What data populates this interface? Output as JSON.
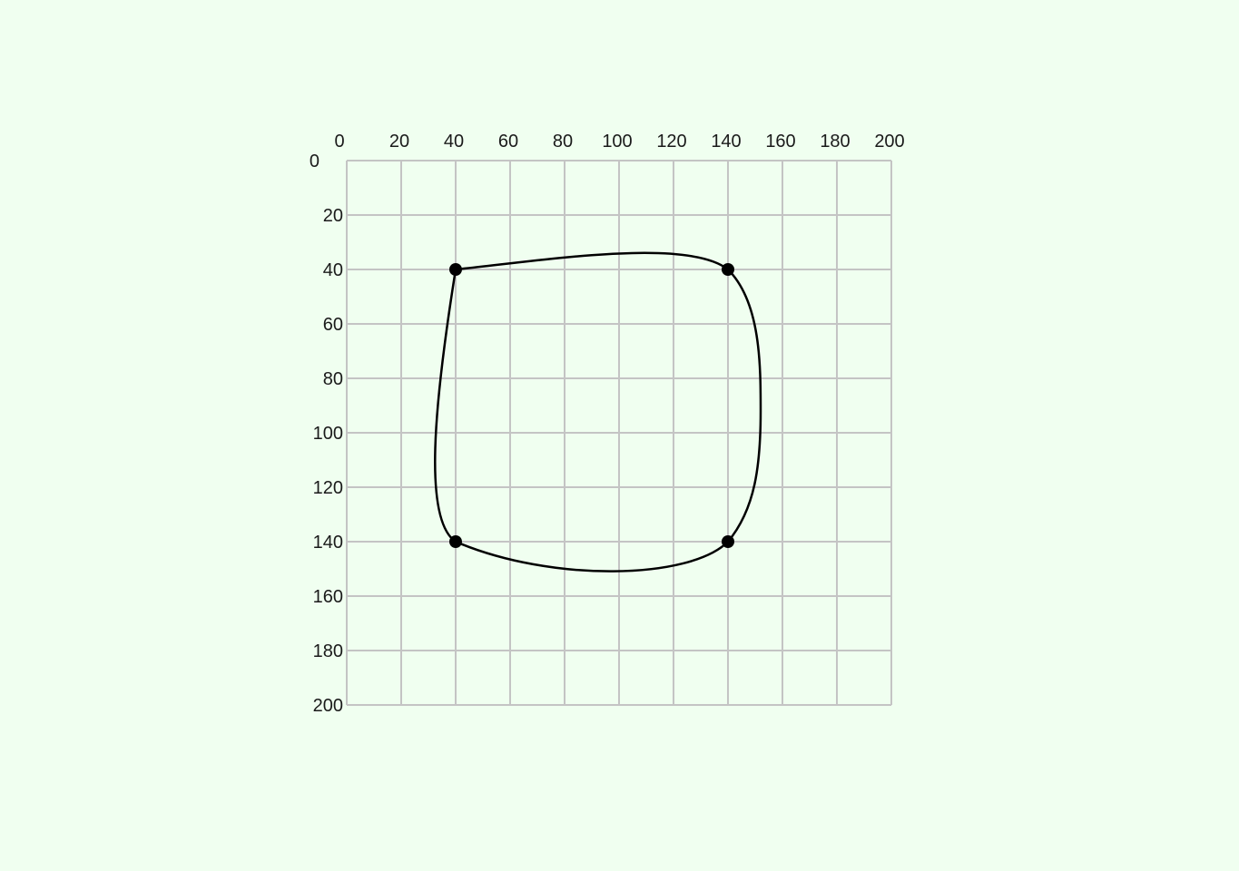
{
  "chart_data": {
    "type": "scatter",
    "x_ticks": [
      "0",
      "20",
      "40",
      "60",
      "80",
      "100",
      "120",
      "140",
      "160",
      "180",
      "200"
    ],
    "y_ticks": [
      "0",
      "20",
      "40",
      "60",
      "80",
      "100",
      "120",
      "140",
      "160",
      "180",
      "200"
    ],
    "xlim": [
      0,
      200
    ],
    "ylim": [
      0,
      200
    ],
    "y_axis_inverted": true,
    "x_axis_position": "top",
    "grid": true,
    "grid_step": 20,
    "grid_color": "#c4c4c4",
    "background_color": "#f0fff0",
    "curve_color": "#000000",
    "curve_closed": true,
    "points": [
      {
        "x": 40,
        "y": 40
      },
      {
        "x": 140,
        "y": 40
      },
      {
        "x": 140,
        "y": 140
      },
      {
        "x": 40,
        "y": 140
      }
    ],
    "curve_path": [
      {
        "cmd": "M",
        "pts": [
          [
            40,
            40
          ]
        ]
      },
      {
        "cmd": "C",
        "pts": [
          [
            70,
            37
          ],
          [
            125,
            28
          ],
          [
            140,
            40
          ]
        ]
      },
      {
        "cmd": "C",
        "pts": [
          [
            152,
            52
          ],
          [
            152,
            75
          ],
          [
            152,
            92
          ]
        ]
      },
      {
        "cmd": "C",
        "pts": [
          [
            152,
            112
          ],
          [
            150,
            128
          ],
          [
            140,
            140
          ]
        ]
      },
      {
        "cmd": "C",
        "pts": [
          [
            126,
            154
          ],
          [
            75,
            155
          ],
          [
            40,
            140
          ]
        ]
      },
      {
        "cmd": "C",
        "pts": [
          [
            28,
            132
          ],
          [
            32,
            90
          ],
          [
            40,
            40
          ]
        ]
      }
    ]
  }
}
